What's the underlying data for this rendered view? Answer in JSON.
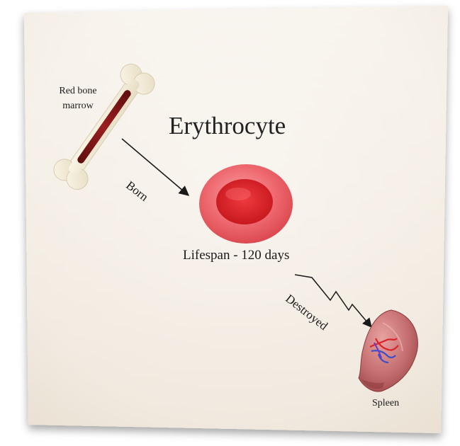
{
  "title": "Erythrocyte",
  "bone_marrow_label": [
    "Red bone",
    "marrow"
  ],
  "born_label": "Born",
  "lifespan_label": "Lifespan - 120 days",
  "destroyed_label": "Destroyed",
  "spleen_label": "Spleen",
  "icons": [
    "bone-icon",
    "red-blood-cell-icon",
    "spleen-icon"
  ],
  "colors": {
    "cell_outer": "#e8545a",
    "cell_inner": "#c91c22",
    "marrow": "#8b1a1a",
    "bone": "#f3ead0",
    "spleen": "#b85a5e"
  }
}
